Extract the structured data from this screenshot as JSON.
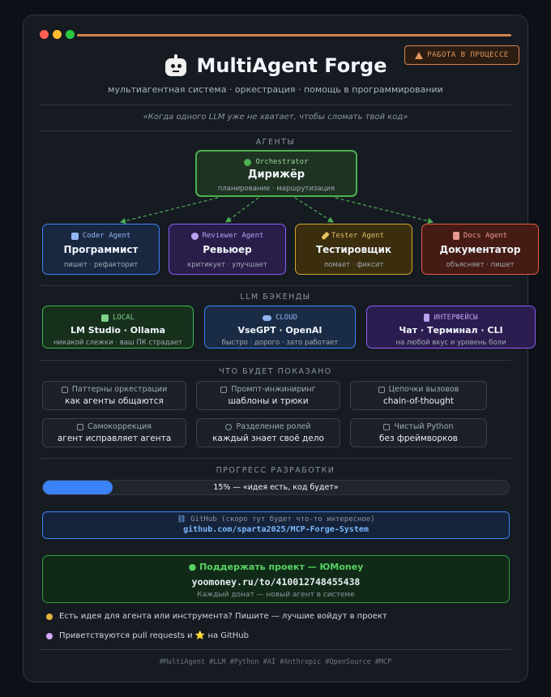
{
  "window": {
    "title": "MultiAgent Forge",
    "subtitle": "мультиагентная система · оркестрация · помощь в программировании"
  },
  "status_badge": "РАБОТА В ПРОЦЕССЕ",
  "quote": "«Когда одного LLM уже не хватает, чтобы сломать твой код»",
  "agents": {
    "section": "АГЕНТЫ",
    "orchestrator": {
      "tag": "Orchestrator",
      "name": "Дирижёр",
      "desc": "планирование · маршрутизация"
    },
    "items": [
      {
        "tag": "Coder Agent",
        "name": "Программист",
        "desc": "пишет · рефакторит",
        "icon": "laptop-icon"
      },
      {
        "tag": "Reviewer Agent",
        "name": "Ревьюер",
        "desc": "критикует · улучшает",
        "icon": "magnifier-icon"
      },
      {
        "tag": "Tester Agent",
        "name": "Тестировщик",
        "desc": "ломает · фиксит",
        "icon": "test-tube-icon"
      },
      {
        "tag": "Docs Agent",
        "name": "Документатор",
        "desc": "объясняет · пишет",
        "icon": "document-icon"
      }
    ]
  },
  "backends": {
    "section": "LLM БЭКЕНДЫ",
    "items": [
      {
        "tag": "LOCAL",
        "name": "LM Studio · Ollama",
        "desc": "никакой слежки · ваш ПК страдает",
        "icon": "house-icon"
      },
      {
        "tag": "CLOUD",
        "name": "VseGPT · OpenAI",
        "desc": "быстро · дорого · зато работает",
        "icon": "cloud-icon"
      },
      {
        "tag": "ИНТЕРФЕЙСЫ",
        "name": "Чат · Терминал · CLI",
        "desc": "на любой вкус и уровень боли",
        "icon": "monitor-icon"
      }
    ]
  },
  "features": {
    "section": "ЧТО БУДЕТ ПОКАЗАНО",
    "items": [
      {
        "title": "Паттерны оркестрации",
        "desc": "как агенты общаются"
      },
      {
        "title": "Промпт-инжиниринг",
        "desc": "шаблоны и трюки"
      },
      {
        "title": "Цепочки вызовов",
        "desc": "chain-of-thought"
      },
      {
        "title": "Самокоррекция",
        "desc": "агент исправляет агента"
      },
      {
        "title": "Разделение ролей",
        "desc": "каждый знает своё дело"
      },
      {
        "title": "Чистый Python",
        "desc": "без фреймворков"
      }
    ]
  },
  "progress": {
    "section": "ПРОГРЕСС РАЗРАБОТКИ",
    "percent": 15,
    "label": "15% — «идея есть, код будет»"
  },
  "github": {
    "label": "GitHub (скоро тут будет что-то интересное)",
    "url": "github.com/sparta2025/MCP-Forge-System"
  },
  "donate": {
    "title": "Поддержать проект — ЮMoney",
    "url": "yoomoney.ru/to/410012748455438",
    "note": "Каждый донат — новый агент в системе"
  },
  "notes": [
    {
      "text": "Есть идея для агента или инструмента? Пишите — лучшие войдут в проект",
      "color": "#e3b341"
    },
    {
      "text": "Приветствуются pull requests и ⭐ на GitHub",
      "color": "#d2a8ff"
    }
  ],
  "footer": "#MultiAgent #LLM #Python #AI #Anthropic #OpenSource #MCP",
  "colors": {
    "accent": "#d4844c",
    "orchestrator": "#4caf50",
    "coder": "#3b82f6",
    "reviewer": "#8b5cf6",
    "tester": "#d4a72c",
    "docs": "#e05d44"
  }
}
